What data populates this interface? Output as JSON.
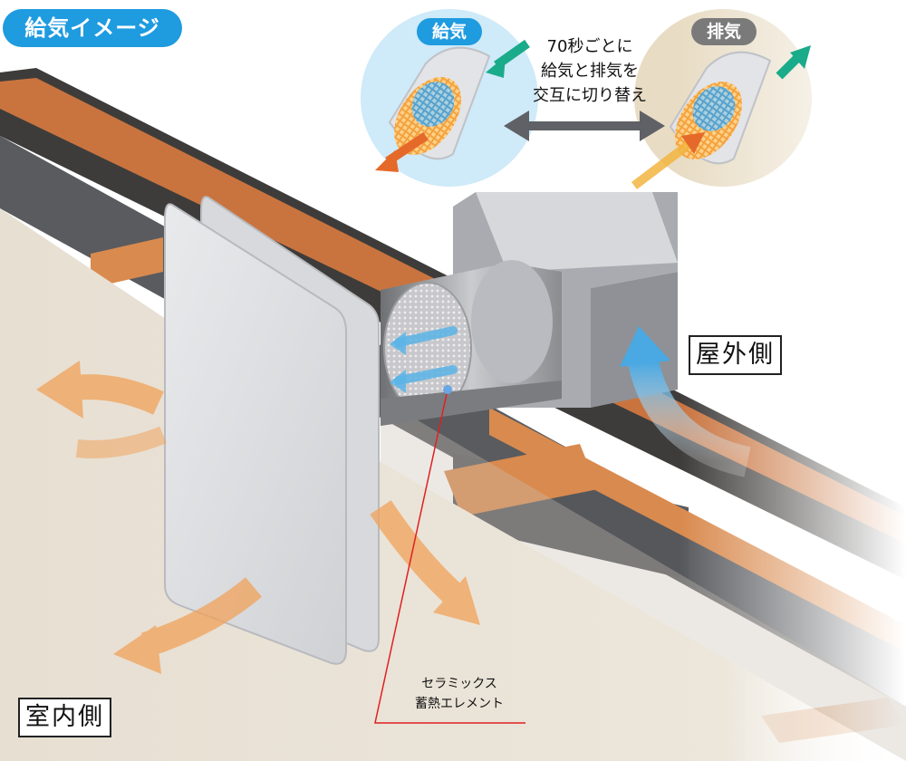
{
  "title": "給気イメージ",
  "inset": {
    "supply_label": "給気",
    "exhaust_label": "排気",
    "switch_lines": [
      "70秒ごとに",
      "給気と排気を",
      "交互に切り替え"
    ]
  },
  "labels": {
    "outdoor": "屋外側",
    "indoor": "室内側",
    "element_lines": [
      "セラミックス",
      "蓄熱エレメント"
    ]
  },
  "colors": {
    "accent_blue": "#1f9be0",
    "airflow_blue": "#5ab4e6",
    "airflow_orange": "#f0a25a",
    "exhaust_gray": "#7a7a7a",
    "pointer_red": "#e02020",
    "wall_beige": "#ebe4d8",
    "wood": "#d98a4e"
  },
  "icons": [
    "airflow-arrow-icon",
    "ceramic-element-icon",
    "double-arrow-icon"
  ]
}
